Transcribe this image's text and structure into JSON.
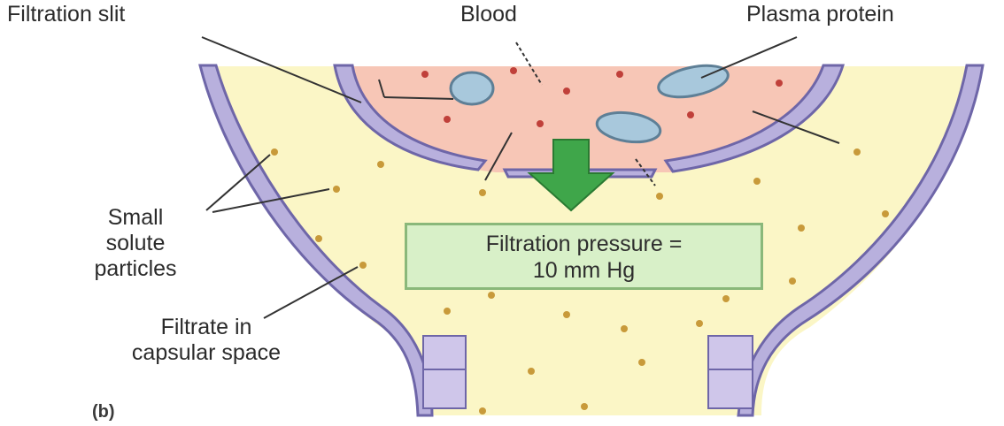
{
  "labels": {
    "filtration_slit": "Filtration slit",
    "blood": "Blood",
    "plasma_protein": "Plasma protein",
    "small_solute_line1": "Small",
    "small_solute_line2": "solute",
    "small_solute_line3": "particles",
    "filtrate_line1": "Filtrate in",
    "filtrate_line2": "capsular space",
    "pressure_line1": "Filtration pressure =",
    "pressure_line2": "10 mm Hg",
    "panel": "(b)"
  },
  "colors": {
    "capsular_space": "#fbf6c6",
    "blood": "#f7c6b6",
    "membrane": "#b8b0dd",
    "membrane_outline": "#6e66a8",
    "plasma_protein": "#a8c8dc",
    "solute_dot": "#c89a3a",
    "red_cell_dot": "#c0403a",
    "arrow_green": "#3fa64a",
    "pressure_box": "#d8f0c8"
  }
}
